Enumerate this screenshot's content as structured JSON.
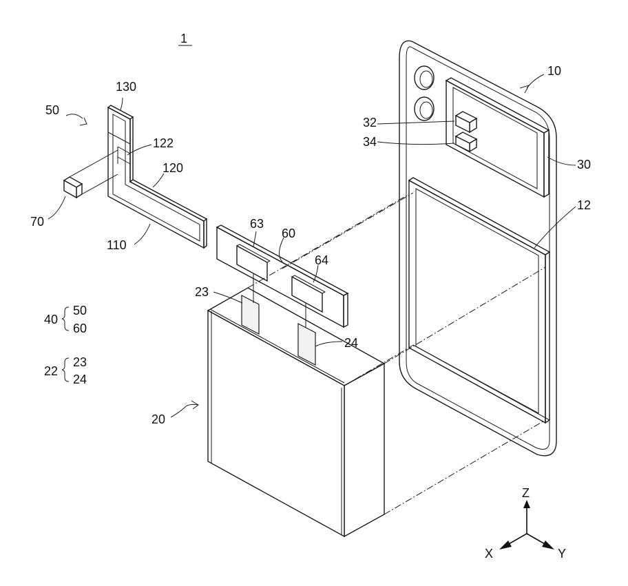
{
  "figure_number": "1",
  "labels": {
    "device": "10",
    "display": "12",
    "battery": "20",
    "group_22": "22",
    "tab_23": "23",
    "tab_24": "24",
    "camera_module": "30",
    "component_32": "32",
    "component_34": "34",
    "group_40": "40",
    "flex_board": "50",
    "pcm_board": "60",
    "pad_63": "63",
    "pad_64": "64",
    "connector": "70",
    "segment_110": "110",
    "segment_120": "120",
    "segment_122": "122",
    "segment_130": "130"
  },
  "legend": {
    "group_40": {
      "label": "40",
      "members": [
        "50",
        "60"
      ]
    },
    "group_22": {
      "label": "22",
      "members": [
        "23",
        "24"
      ]
    }
  },
  "axes": {
    "z": "Z",
    "x": "X",
    "y": "Y"
  }
}
